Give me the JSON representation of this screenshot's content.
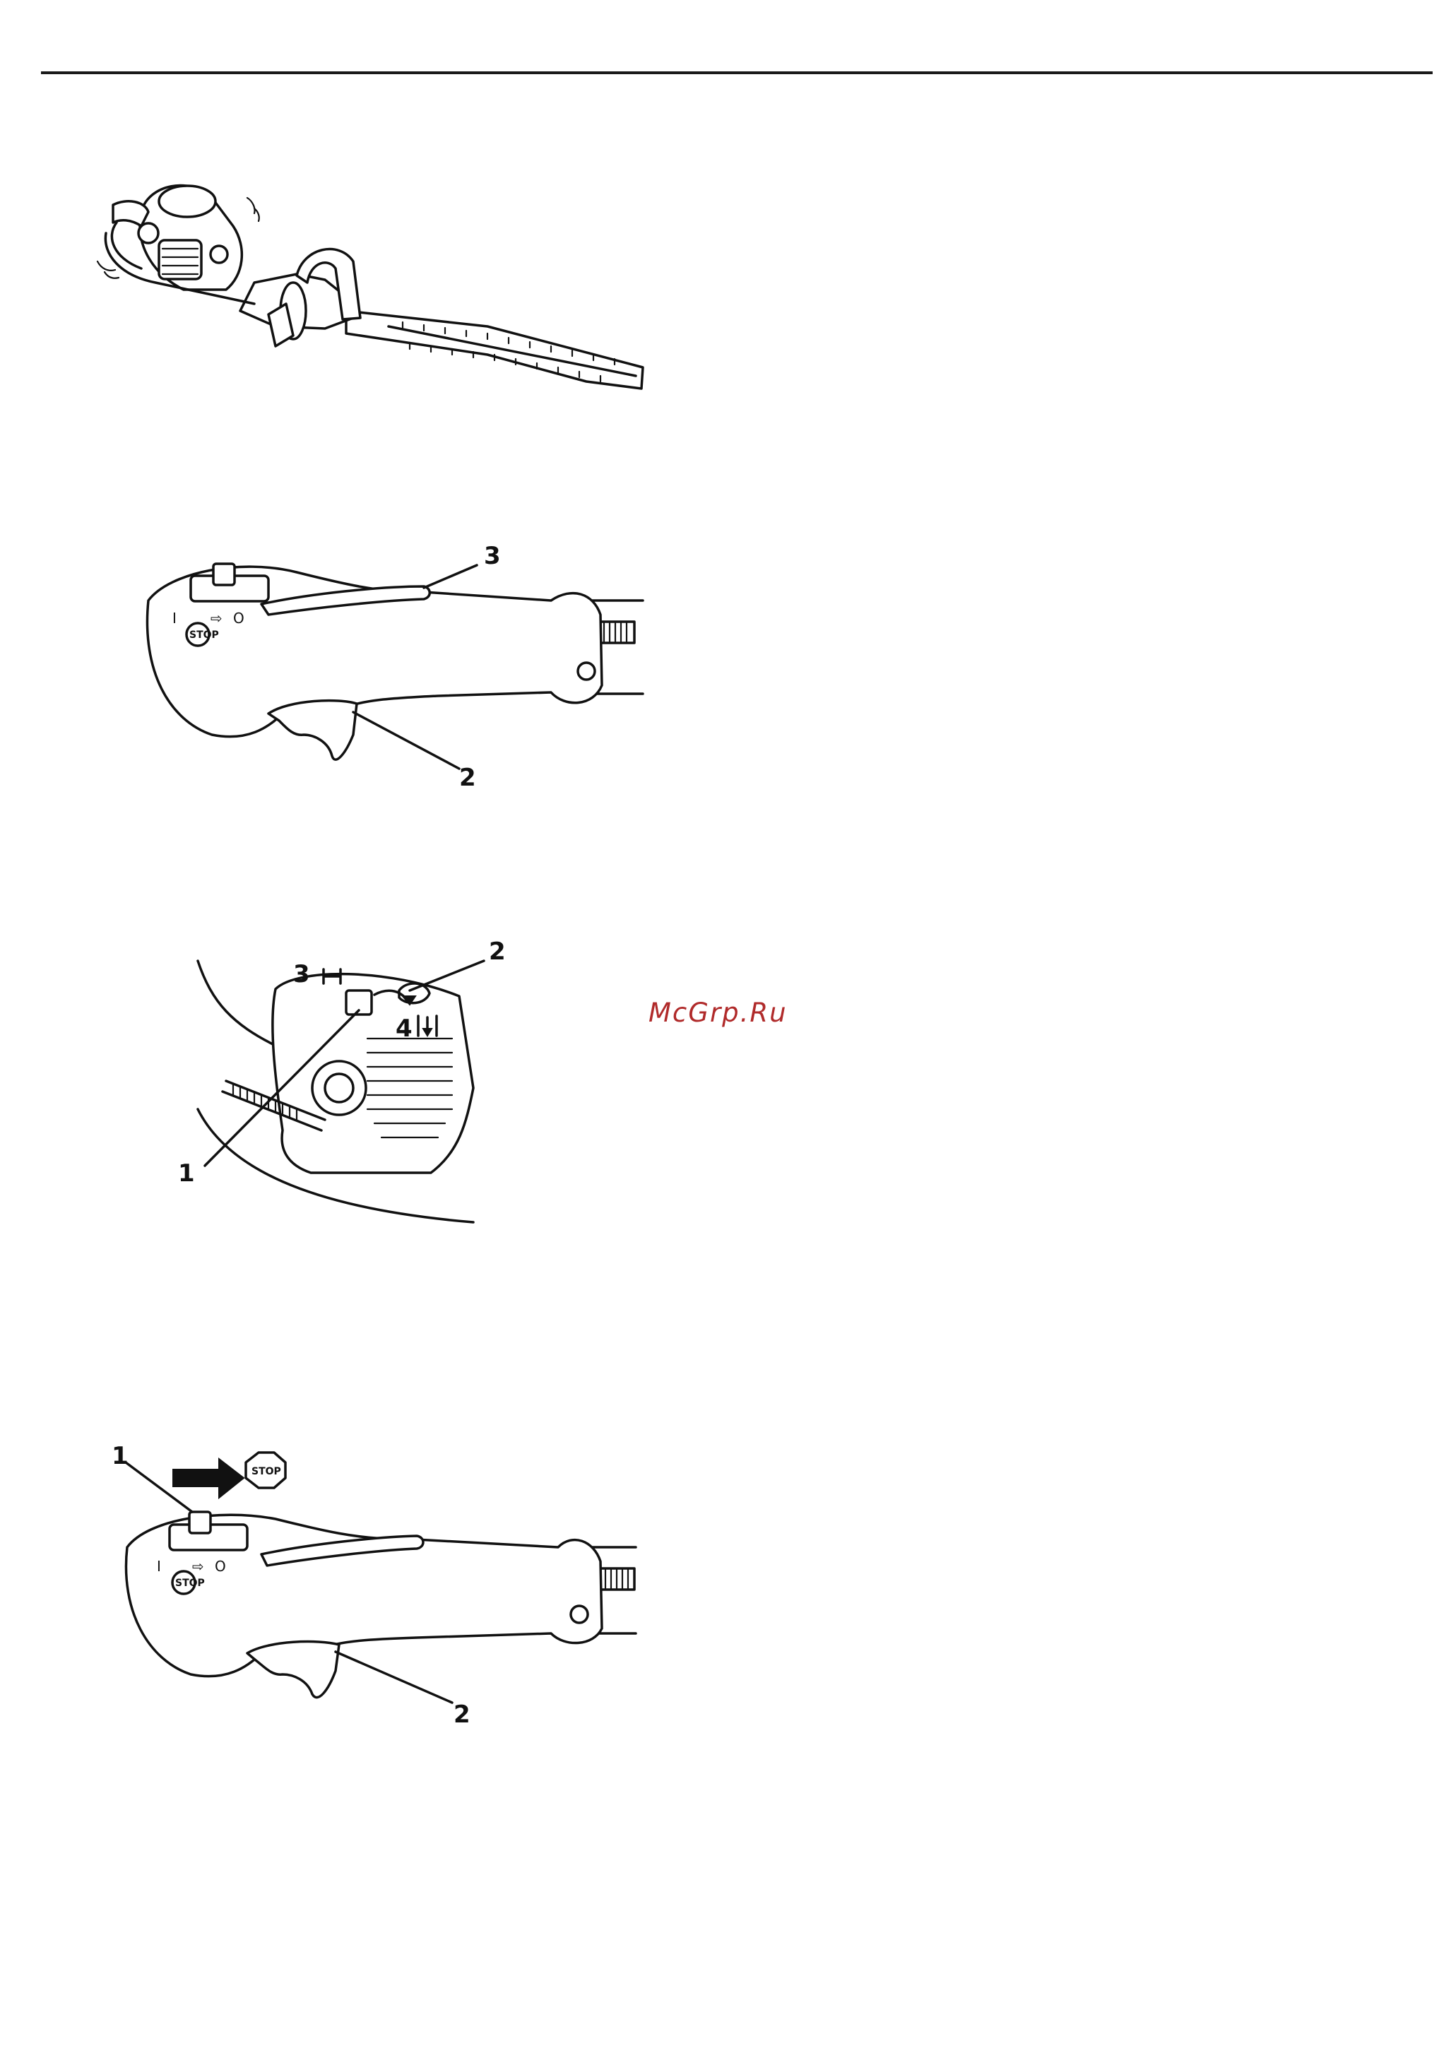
{
  "watermark": "McGrp.Ru",
  "figure2": {
    "callout_2": "2",
    "callout_3": "3"
  },
  "figure3": {
    "callout_1": "1",
    "callout_2": "2",
    "callout_3": "3",
    "callout_4": "4"
  },
  "figure4": {
    "callout_1": "1",
    "callout_2": "2",
    "stop_label": "STOP"
  }
}
